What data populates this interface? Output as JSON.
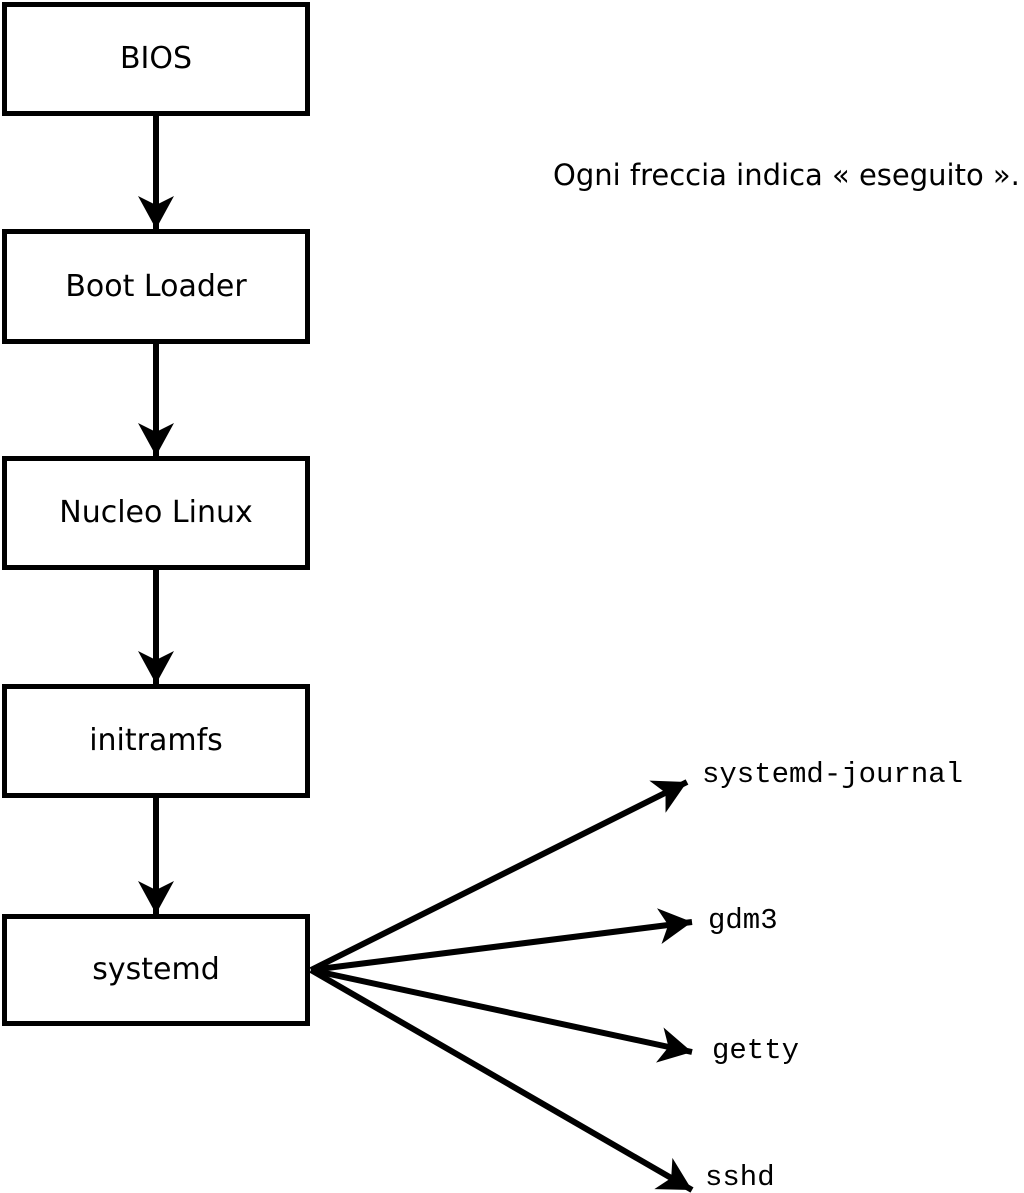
{
  "caption": "Ogni freccia indica « eseguito ».",
  "flow": {
    "boxes": [
      {
        "label": "BIOS"
      },
      {
        "label": "Boot Loader"
      },
      {
        "label": "Nucleo Linux"
      },
      {
        "label": "initramfs"
      },
      {
        "label": "systemd"
      }
    ]
  },
  "services": [
    {
      "label": "systemd-journal"
    },
    {
      "label": "gdm3"
    },
    {
      "label": "getty"
    },
    {
      "label": "sshd"
    }
  ],
  "colors": {
    "line": "#000000",
    "box_border": "#000000",
    "box_fill": "#ffffff",
    "text": "#000000"
  }
}
